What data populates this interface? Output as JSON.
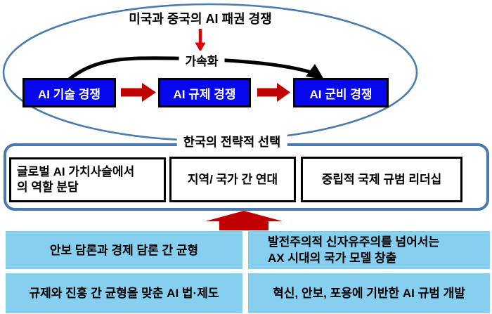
{
  "colors": {
    "ellipse_border": "#4A7CAE",
    "panel_border": "#4878B0",
    "stage_box_fill": "#0707EE",
    "stage_box_text": "#FFFFFF",
    "block_arrow_red": "#C00000",
    "thin_arrow_red": "#DF0000",
    "flow_arrow_black": "#000000",
    "foundation_fill": "#87CFEF",
    "text": "#000000"
  },
  "competition": {
    "title": "미국과 중국의 AI 패권 경쟁",
    "accelerate_label": "가속화",
    "stages": [
      {
        "label": "AI 기술 경쟁"
      },
      {
        "label": "AI 규제 경쟁"
      },
      {
        "label": "AI 군비 경쟁"
      }
    ]
  },
  "strategy": {
    "title": "한국의 전략적 선택",
    "options": [
      {
        "label": "글로벌 AI 가치사슬에서의 역할 분담",
        "lines": [
          "글로벌 AI 가치사슬에서",
          "의 역할 분담"
        ]
      },
      {
        "label": "지역/ 국가 간 연대"
      },
      {
        "label": "중립적 국제 규범 리더십"
      }
    ]
  },
  "foundations": [
    {
      "label": "안보 담론과 경제 담론 간 균형"
    },
    {
      "label": "발전주의적 신자유주의를 넘어서는 AX 시대의 국가 모델 창출",
      "lines": [
        "발전주의적 신자유주의를 넘어서는",
        "AX 시대의 국가 모델 창출"
      ]
    },
    {
      "label": "규제와 진흥 간 균형을 맞춘 AI 법·제도"
    },
    {
      "label": "혁신, 안보, 포용에 기반한 AI 규범 개발"
    }
  ]
}
